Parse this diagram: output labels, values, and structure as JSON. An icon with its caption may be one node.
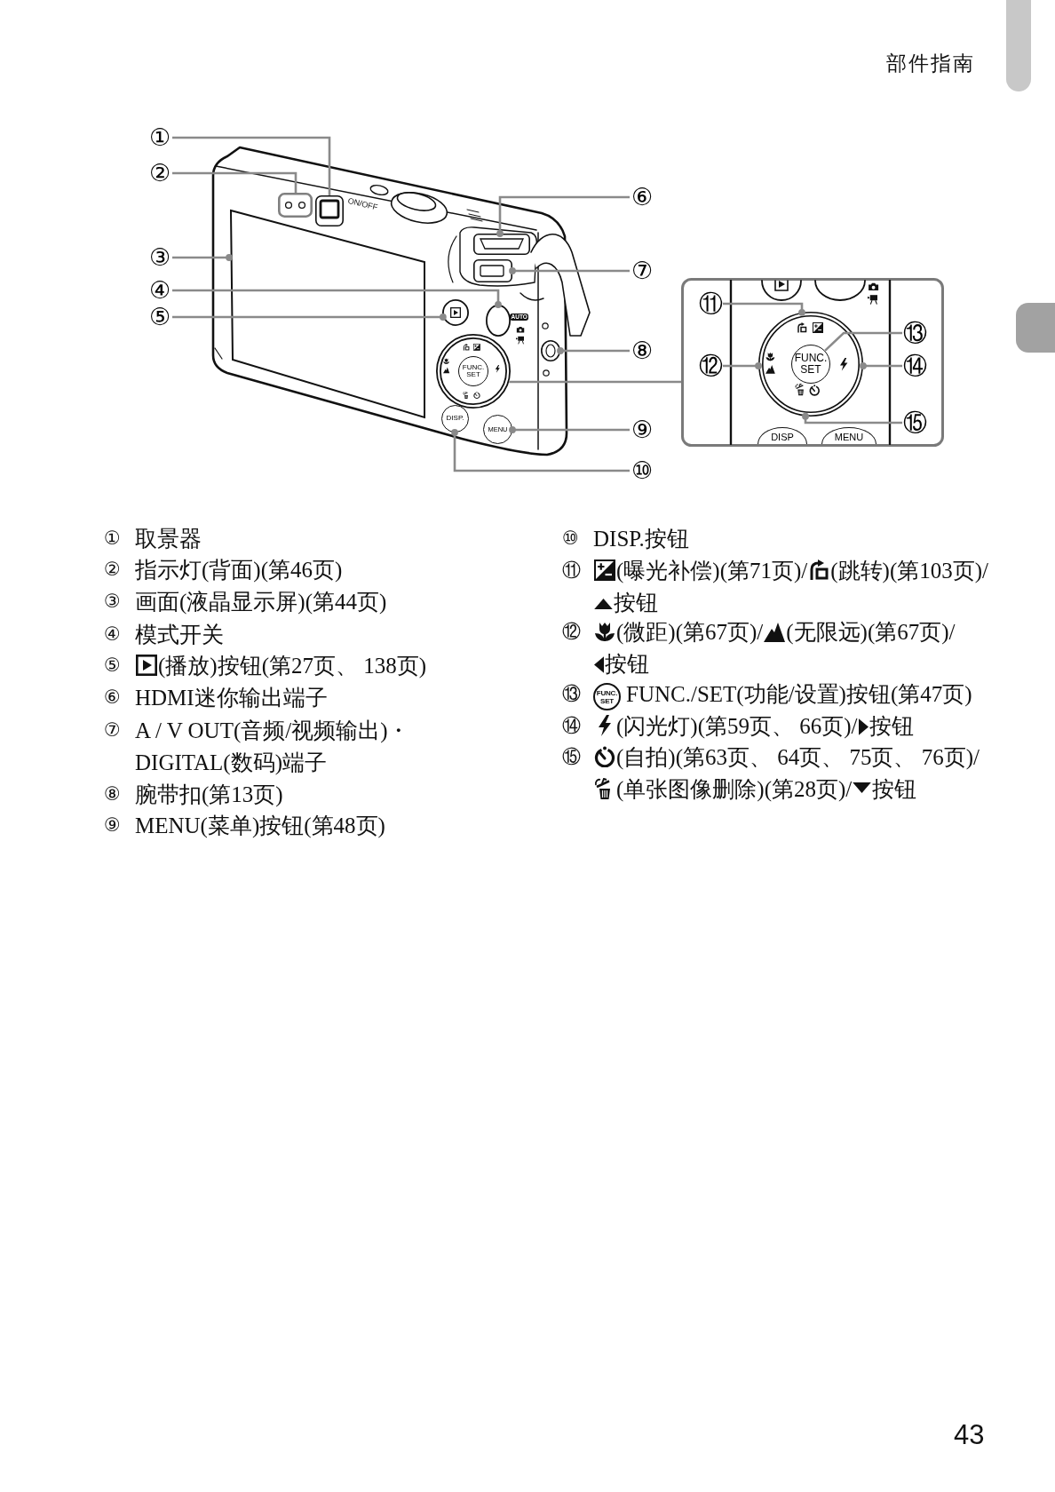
{
  "diagram": {
    "title": "部件指南",
    "nodes": [
      {
        "text": [
          "①"
        ]
      },
      {
        "text": [
          "②"
        ]
      },
      {
        "text": [
          "③"
        ]
      },
      {
        "text": [
          "④"
        ]
      },
      {
        "text": [
          "⑤"
        ]
      },
      {
        "text": [
          "⑥"
        ]
      },
      {
        "text": [
          "⑦"
        ]
      },
      {
        "text": [
          "⑧"
        ]
      },
      {
        "text": [
          "⑨"
        ]
      },
      {
        "text": [
          "⑩"
        ]
      },
      {
        "text": [],
        "shape": "box"
      },
      {
        "text": [],
        "shape": "box"
      },
      {
        "text": [],
        "shape": "box"
      },
      {
        "text": [],
        "shape": "circle",
        "beside": [
          "AUTO"
        ]
      },
      {
        "text": [],
        "shape": "circle"
      },
      {
        "text": [],
        "shape": "box"
      },
      {
        "text": [],
        "shape": "box"
      },
      {
        "text": [],
        "shape": "circle"
      },
      {
        "text": [
          "MENU"
        ]
      },
      {
        "text": [
          "DISP."
        ]
      },
      {
        "text": [],
        "shape": "circle"
      },
      {
        "text": [
          "FUNC. SET"
        ],
        "in": 20
      },
      {
        "text": [],
        "shape": "box"
      },
      {
        "text": [
          "⑪"
        ],
        "in": 22
      },
      {
        "text": [
          "⑫"
        ],
        "in": 22
      },
      {
        "text": [
          "⑬"
        ],
        "in": 22
      },
      {
        "text": [
          "⑭"
        ],
        "in": 22
      },
      {
        "text": [
          "⑮"
        ],
        "in": 22
      },
      {
        "text": [],
        "shape": "circle",
        "in": 22
      },
      {
        "text": [
          "FUNC. SET"
        ],
        "in": 28
      },
      {
        "text": [
          "DISP"
        ],
        "in": 22
      },
      {
        "text": [
          "MENU"
        ],
        "in": 22
      }
    ],
    "edges": [
      {
        "from": 0,
        "to": 10,
        "arrow": "none"
      },
      {
        "from": 1,
        "to": 11,
        "arrow": "none"
      },
      {
        "from": 2,
        "to": 12,
        "arrow": "other"
      },
      {
        "from": 3,
        "to": 13,
        "arrow": "other"
      },
      {
        "from": 4,
        "to": 14,
        "arrow": "other"
      },
      {
        "from": 5,
        "to": 15,
        "arrow": "other"
      },
      {
        "from": 6,
        "to": 16,
        "arrow": "other"
      },
      {
        "from": 7,
        "to": 17,
        "arrow": "other"
      },
      {
        "from": 8,
        "to": 18,
        "arrow": "other"
      },
      {
        "from": 9,
        "to": 19,
        "arrow": "other"
      },
      {
        "from": 20,
        "to": 22,
        "arrow": "none"
      },
      {
        "from": 23,
        "to": 28,
        "arrow": "other"
      },
      {
        "from": 24,
        "to": 28,
        "arrow": "other"
      },
      {
        "from": 25,
        "to": 29,
        "arrow": "none"
      },
      {
        "from": 26,
        "to": 28,
        "arrow": "other"
      },
      {
        "from": 27,
        "to": 28,
        "arrow": "other"
      }
    ],
    "labels": [
      "ON/OFF",
      "①",
      "取景器",
      "②",
      "指示灯(背面)(第46页)",
      "③",
      "画面(液晶显示屏)(第44页)",
      "④",
      "模式开关",
      "⑤",
      "(播放)按钮(第27页、 138页)",
      "⑥",
      "HDMI迷你输出端子",
      "⑦",
      "A / V OUT(音频/视频输出)・DIGITAL(数码)端子",
      "⑧",
      "腕带扣(第13页)",
      "⑨",
      "MENU(菜单)按钮(第48页)",
      "⑩",
      "DISP.按钮",
      "⑪",
      "(曝光补偿)(第71页)/",
      "(跳转)(第103页)/",
      "按钮",
      "⑫",
      "(微距)(第67页)/",
      "(无限远)(第67页)/",
      "按钮",
      "⑬",
      "FUNC. SET",
      "FUNC./SET(功能/设置)按钮(第47页)",
      "⑭",
      "(闪光灯)(第59页、 66页)/",
      "按钮",
      "⑮",
      "(自拍)(第63页、 64页、 75页、 76页)/",
      "(单张图像删除)(第28页)/",
      "按钮",
      "43"
    ]
  }
}
